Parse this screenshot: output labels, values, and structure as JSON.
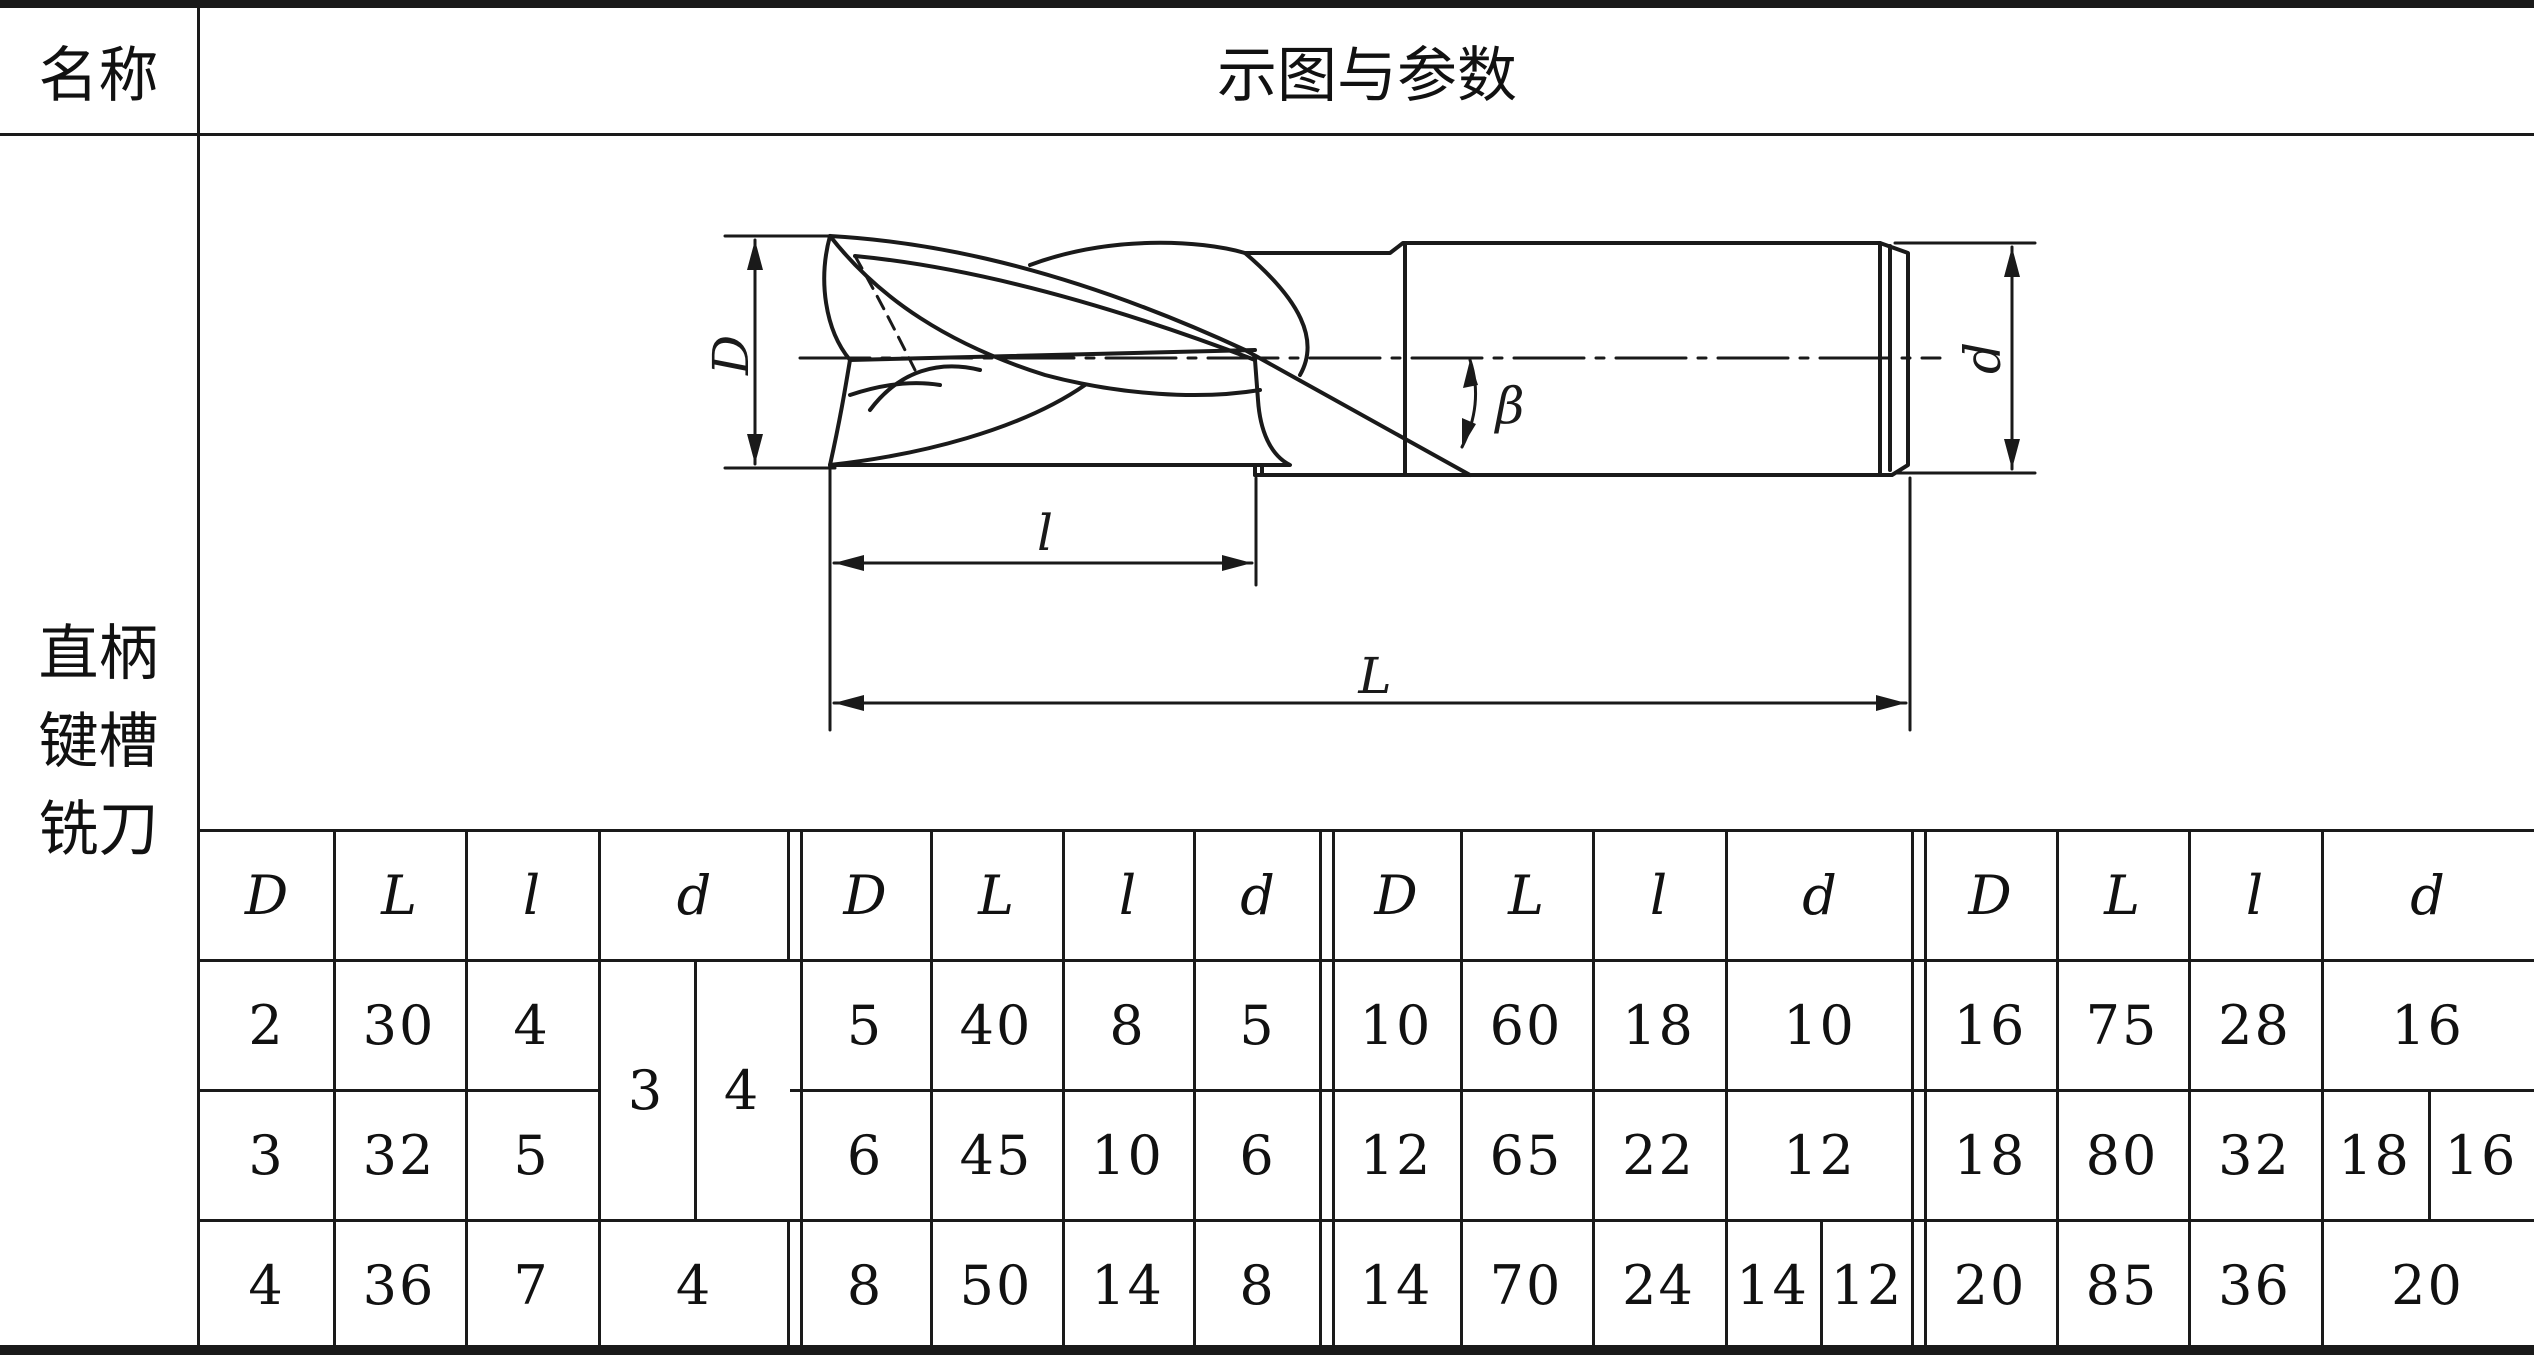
{
  "header": {
    "name_col": "名称",
    "figure_col": "示图与参数"
  },
  "tool_name": [
    "直柄",
    "键槽",
    "铣刀"
  ],
  "figure_labels": {
    "D": "D",
    "d": "d",
    "beta": "β",
    "l": "l",
    "L": "L"
  },
  "groups": [
    {
      "headers": [
        "D",
        "L",
        "l",
        "d"
      ],
      "rows": [
        {
          "D": "2",
          "L": "30",
          "l": "4"
        },
        {
          "D": "3",
          "L": "32",
          "l": "5"
        },
        {
          "D": "4",
          "L": "36",
          "l": "7",
          "d": "4"
        }
      ],
      "d_merged": [
        "3",
        "4"
      ]
    },
    {
      "headers": [
        "D",
        "L",
        "l",
        "d"
      ],
      "rows": [
        {
          "D": "5",
          "L": "40",
          "l": "8",
          "d": "5"
        },
        {
          "D": "6",
          "L": "45",
          "l": "10",
          "d": "6"
        },
        {
          "D": "8",
          "L": "50",
          "l": "14",
          "d": "8"
        }
      ]
    },
    {
      "headers": [
        "D",
        "L",
        "l",
        "d"
      ],
      "rows": [
        {
          "D": "10",
          "L": "60",
          "l": "18",
          "d": "10"
        },
        {
          "D": "12",
          "L": "65",
          "l": "22",
          "d": "12"
        },
        {
          "D": "14",
          "L": "70",
          "l": "24",
          "d_split": [
            "14",
            "12"
          ]
        }
      ]
    },
    {
      "headers": [
        "D",
        "L",
        "l",
        "d"
      ],
      "rows": [
        {
          "D": "16",
          "L": "75",
          "l": "28",
          "d": "16"
        },
        {
          "D": "18",
          "L": "80",
          "l": "32",
          "d_split": [
            "18",
            "16"
          ]
        },
        {
          "D": "20",
          "L": "85",
          "l": "36",
          "d": "20"
        }
      ]
    }
  ]
}
